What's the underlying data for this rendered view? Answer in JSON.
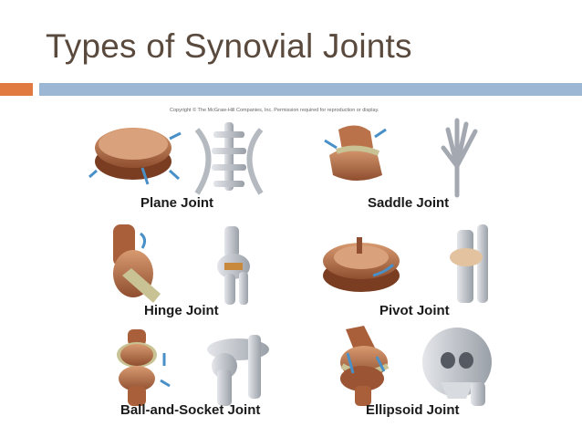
{
  "slide": {
    "title": "Types of Synovial Joints"
  },
  "figure": {
    "copyright": "Copyright © The McGraw-Hill Companies, Inc. Permission required for reproduction or display.",
    "joints": [
      {
        "label": "Plane Joint"
      },
      {
        "label": "Saddle Joint"
      },
      {
        "label": "Hinge Joint"
      },
      {
        "label": "Pivot Joint"
      },
      {
        "label": "Ball-and-Socket Joint"
      },
      {
        "label": "Ellipsoid Joint"
      }
    ]
  },
  "colors": {
    "title_text": "#5a4a3e",
    "accent_orange": "#e07a40",
    "accent_blue": "#9cb7d3",
    "joint_copper": "#b9724a",
    "bone_gray": "#c9ccd2",
    "arrow_blue": "#4a90c8"
  }
}
